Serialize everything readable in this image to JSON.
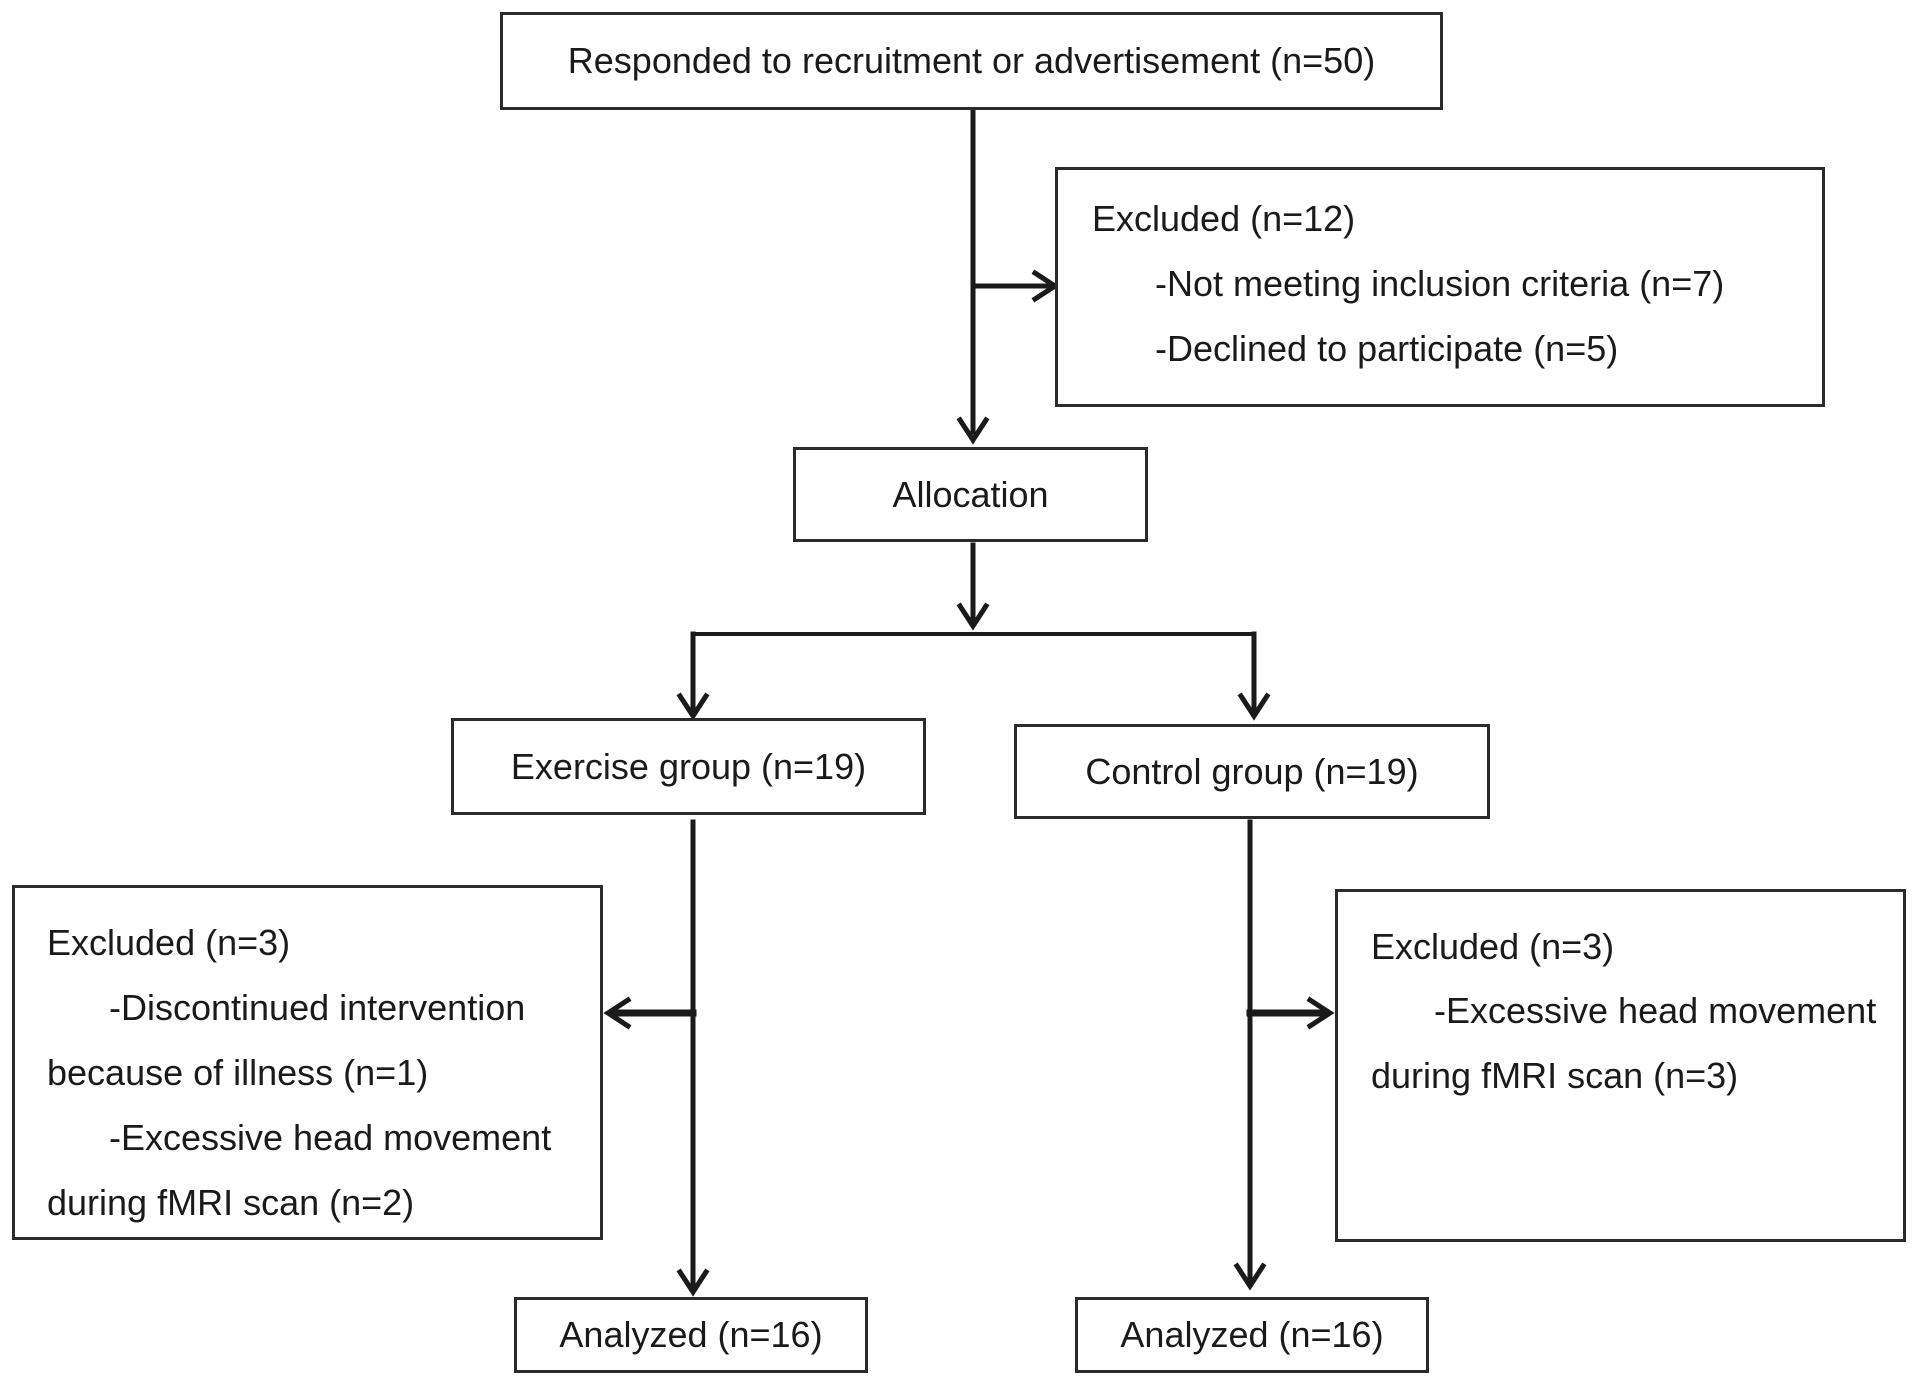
{
  "recruitment": {
    "text": "Responded to recruitment or advertisement (n=50)"
  },
  "excluded_top": {
    "title": "Excluded (n=12)",
    "items": [
      "-Not meeting inclusion criteria (n=7)",
      "-Declined to participate (n=5)"
    ]
  },
  "allocation": {
    "text": "Allocation"
  },
  "exercise_group": {
    "text": "Exercise group (n=19)"
  },
  "control_group": {
    "text": "Control group (n=19)"
  },
  "excluded_exercise": {
    "title": "Excluded (n=3)",
    "lines": [
      "-Discontinued intervention",
      "because of illness (n=1)",
      "-Excessive head movement",
      "during fMRI scan (n=2)"
    ]
  },
  "excluded_control": {
    "title": "Excluded (n=3)",
    "lines": [
      "-Excessive head movement",
      "during fMRI scan (n=3)"
    ]
  },
  "analyzed_exercise": {
    "text": "Analyzed (n=16)"
  },
  "analyzed_control": {
    "text": "Analyzed (n=16)"
  }
}
